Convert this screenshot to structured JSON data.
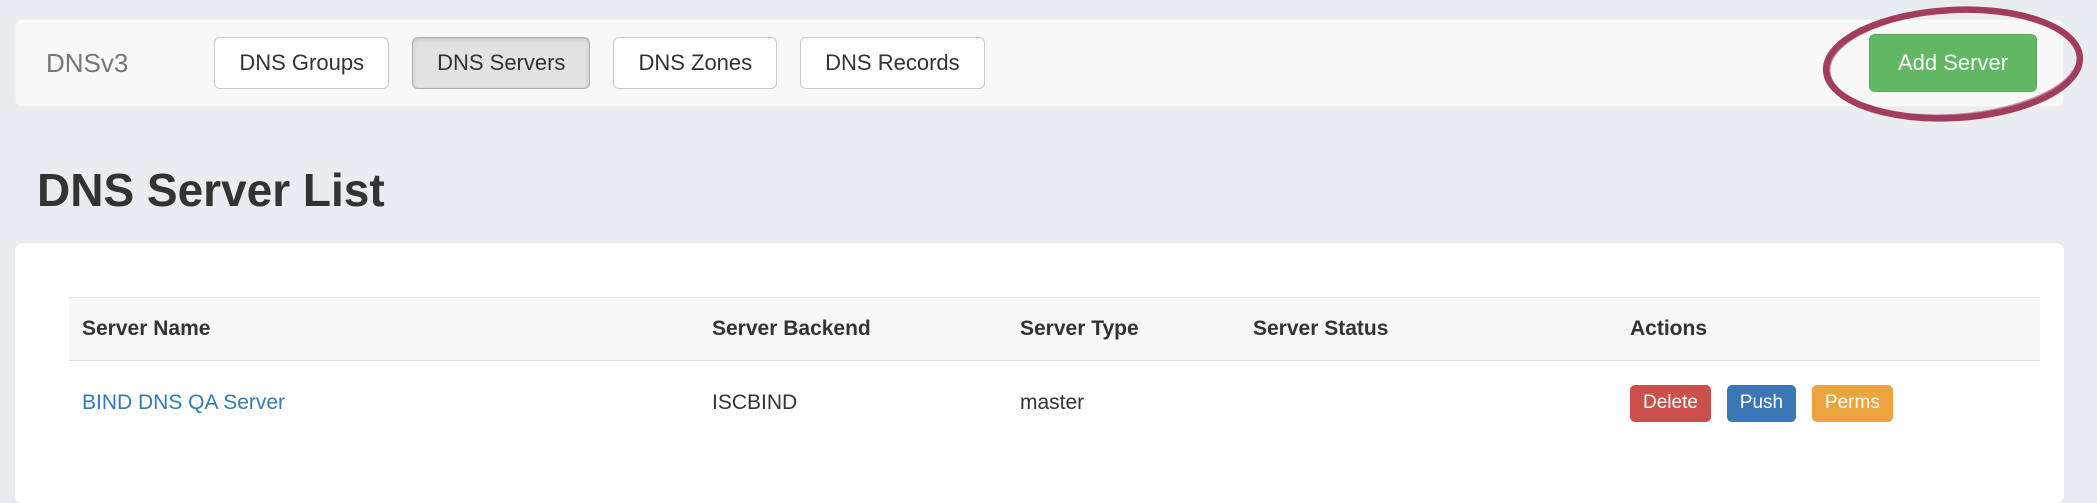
{
  "navbar": {
    "brand": "DNSv3",
    "tabs": [
      {
        "label": "DNS Groups",
        "active": false
      },
      {
        "label": "DNS Servers",
        "active": true
      },
      {
        "label": "DNS Zones",
        "active": false
      },
      {
        "label": "DNS Records",
        "active": false
      }
    ],
    "add_server_label": "Add Server"
  },
  "annotation": {
    "shape": "ellipse",
    "target": "add-server-button",
    "color": "#a33d5d"
  },
  "page": {
    "title": "DNS Server List"
  },
  "table": {
    "headers": [
      "Server Name",
      "Server Backend",
      "Server Type",
      "Server Status",
      "Actions"
    ],
    "rows": [
      {
        "name": "BIND DNS QA Server",
        "backend": "ISCBIND",
        "type": "master",
        "status": "",
        "actions": [
          {
            "label": "Delete",
            "color": "#cb4f4a"
          },
          {
            "label": "Push",
            "color": "#3d76b5"
          },
          {
            "label": "Perms",
            "color": "#e9a440"
          }
        ]
      }
    ]
  },
  "colors": {
    "page_background": "#e9edf0",
    "navbar_background": "#f8f8f8",
    "active_tab_background": "#e2e2e2",
    "add_button_green": "#62b862",
    "link_blue": "#337ab7",
    "header_row_background": "#f7f7f7"
  }
}
